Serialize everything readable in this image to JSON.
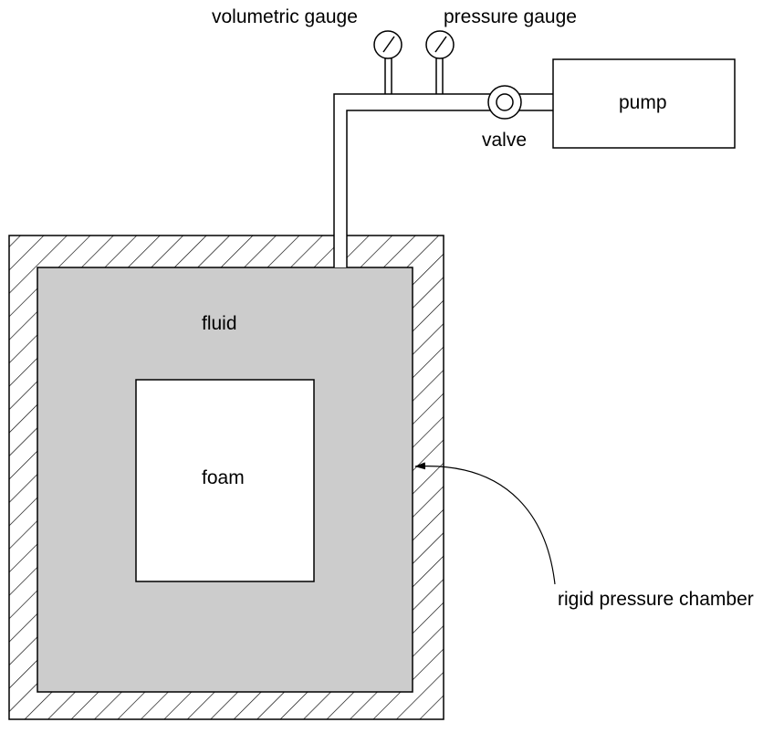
{
  "labels": {
    "volumetric_gauge": "volumetric gauge",
    "pressure_gauge": "pressure gauge",
    "pump": "pump",
    "valve": "valve",
    "fluid": "fluid",
    "foam": "foam",
    "chamber": "rigid pressure chamber"
  },
  "colors": {
    "fluid": "#cccccc",
    "foam": "#ffffff",
    "stroke": "#000000",
    "hatch": "#000000"
  }
}
